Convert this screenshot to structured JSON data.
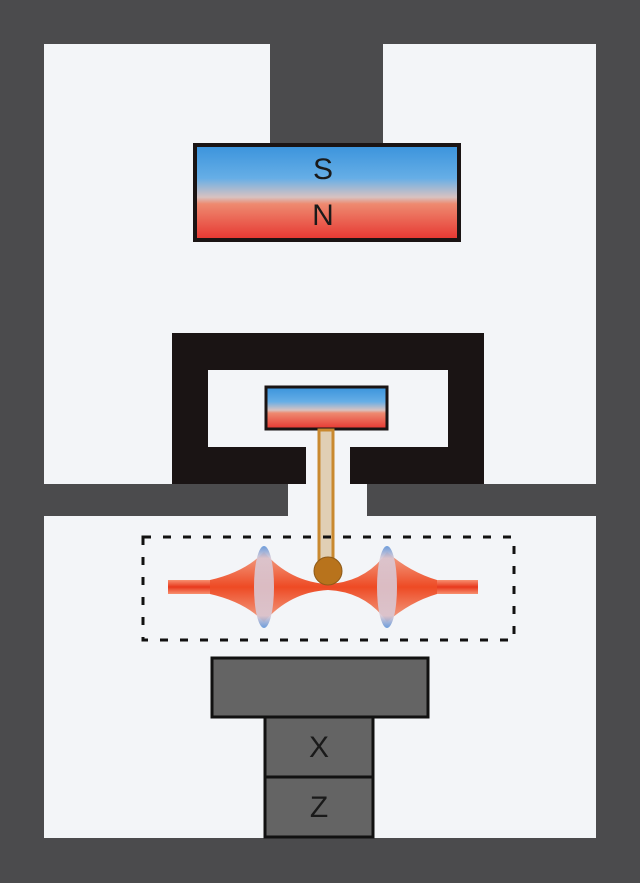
{
  "magnet": {
    "top_pole": "S",
    "bottom_pole": "N"
  },
  "stage": {
    "x_label": "X",
    "z_label": "Z"
  },
  "colors": {
    "frame": "#4b4b4d",
    "chamber": "#f3f5f8",
    "shield": "#1a1414",
    "pole_s": "#3a95dc",
    "pole_n": "#e63b33",
    "rod": "#c9a06a",
    "ball": "#b8731c",
    "beam": "#ee4a24",
    "stage": "#646464"
  }
}
